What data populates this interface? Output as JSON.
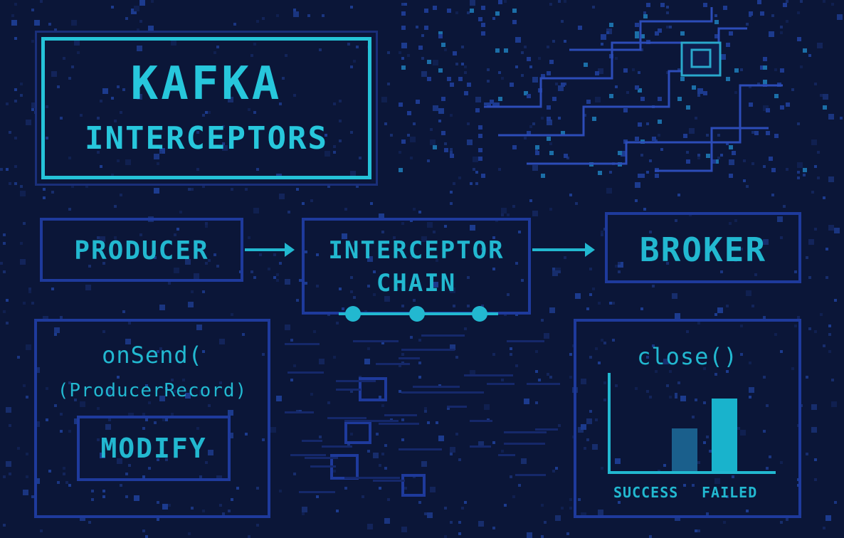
{
  "title": {
    "line1": "KAFKA",
    "line2": "INTERCEPTORS"
  },
  "flow": {
    "producer": "PRODUCER",
    "chain_line1": "INTERCEPTOR",
    "chain_line2": "CHAIN",
    "broker": "BROKER"
  },
  "on_send": {
    "method": "onSend(",
    "param": "(ProducerRecord)",
    "action": "MODIFY"
  },
  "close": {
    "method": "close()",
    "success_label": "SUCCESS",
    "failed_label": "FAILED"
  },
  "chart_data": {
    "type": "bar",
    "categories": [
      "SUCCESS",
      "FAILED"
    ],
    "values": [
      0.5,
      0.85
    ],
    "colors": [
      "#1a5f8c",
      "#19b3cc"
    ]
  },
  "colors": {
    "background": "#0b1638",
    "accent": "#22b8d0",
    "border": "#1e3a9c"
  }
}
